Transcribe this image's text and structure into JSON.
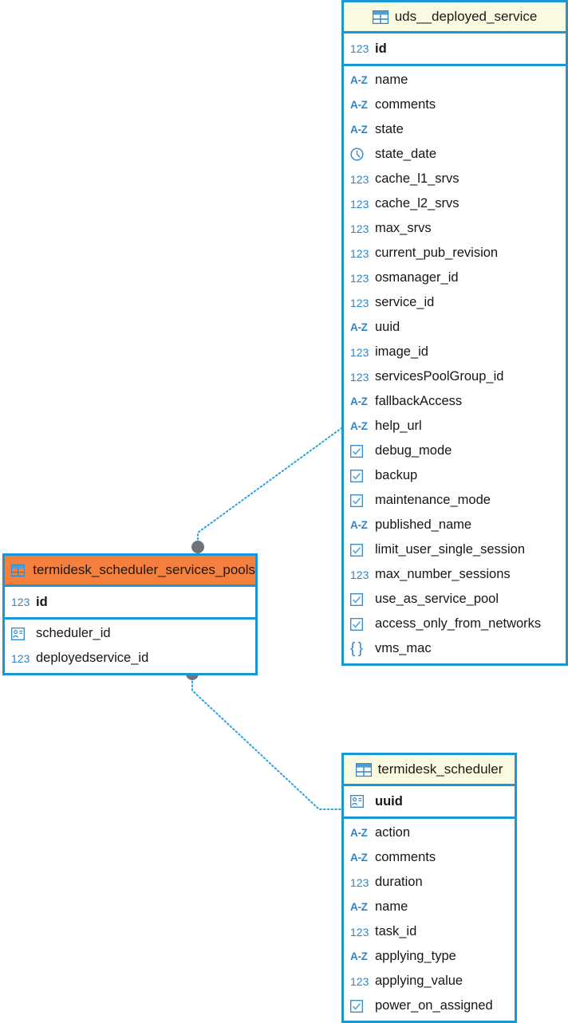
{
  "diagram": {
    "type": "database-er-diagram",
    "background": "#ffffff",
    "colors": {
      "border": "#1899D6",
      "header_default": "#FAFAE1",
      "header_selected": "#F5803E",
      "icon_blue": "#2E86C8",
      "relation_line": "#29A3E0",
      "relation_endpoint": "#6E7479"
    }
  },
  "tables": [
    {
      "name": "uds__deployed_service",
      "selected": false,
      "icon": "table-icon",
      "primary_keys": [
        {
          "label": "id",
          "type_icon": "number-icon",
          "type_glyph": "123"
        }
      ],
      "fields": [
        {
          "label": "name",
          "type_icon": "text-icon",
          "type_glyph": "A-Z"
        },
        {
          "label": "comments",
          "type_icon": "text-icon",
          "type_glyph": "A-Z"
        },
        {
          "label": "state",
          "type_icon": "text-icon",
          "type_glyph": "A-Z"
        },
        {
          "label": "state_date",
          "type_icon": "datetime-icon",
          "type_glyph": "clock"
        },
        {
          "label": "cache_l1_srvs",
          "type_icon": "number-icon",
          "type_glyph": "123"
        },
        {
          "label": "cache_l2_srvs",
          "type_icon": "number-icon",
          "type_glyph": "123"
        },
        {
          "label": "max_srvs",
          "type_icon": "number-icon",
          "type_glyph": "123"
        },
        {
          "label": "current_pub_revision",
          "type_icon": "number-icon",
          "type_glyph": "123"
        },
        {
          "label": "osmanager_id",
          "type_icon": "number-icon",
          "type_glyph": "123"
        },
        {
          "label": "service_id",
          "type_icon": "number-icon",
          "type_glyph": "123"
        },
        {
          "label": "uuid",
          "type_icon": "text-icon",
          "type_glyph": "A-Z"
        },
        {
          "label": "image_id",
          "type_icon": "number-icon",
          "type_glyph": "123"
        },
        {
          "label": "servicesPoolGroup_id",
          "type_icon": "number-icon",
          "type_glyph": "123"
        },
        {
          "label": "fallbackAccess",
          "type_icon": "text-icon",
          "type_glyph": "A-Z"
        },
        {
          "label": "help_url",
          "type_icon": "text-icon",
          "type_glyph": "A-Z"
        },
        {
          "label": "debug_mode",
          "type_icon": "boolean-icon",
          "type_glyph": "checkbox"
        },
        {
          "label": "backup",
          "type_icon": "boolean-icon",
          "type_glyph": "checkbox"
        },
        {
          "label": "maintenance_mode",
          "type_icon": "boolean-icon",
          "type_glyph": "checkbox"
        },
        {
          "label": "published_name",
          "type_icon": "text-icon",
          "type_glyph": "A-Z"
        },
        {
          "label": "limit_user_single_session",
          "type_icon": "boolean-icon",
          "type_glyph": "checkbox"
        },
        {
          "label": "max_number_sessions",
          "type_icon": "number-icon",
          "type_glyph": "123"
        },
        {
          "label": "use_as_service_pool",
          "type_icon": "boolean-icon",
          "type_glyph": "checkbox"
        },
        {
          "label": "access_only_from_networks",
          "type_icon": "boolean-icon",
          "type_glyph": "checkbox"
        },
        {
          "label": "vms_mac",
          "type_icon": "json-icon",
          "type_glyph": "{ }"
        }
      ]
    },
    {
      "name": "termidesk_scheduler_services_pools",
      "selected": true,
      "icon": "table-icon",
      "primary_keys": [
        {
          "label": "id",
          "type_icon": "number-icon",
          "type_glyph": "123"
        }
      ],
      "fields": [
        {
          "label": "scheduler_id",
          "type_icon": "uuid-icon",
          "type_glyph": "badge"
        },
        {
          "label": "deployedservice_id",
          "type_icon": "number-icon",
          "type_glyph": "123"
        }
      ]
    },
    {
      "name": "termidesk_scheduler",
      "selected": false,
      "icon": "table-icon",
      "primary_keys": [
        {
          "label": "uuid",
          "type_icon": "uuid-icon",
          "type_glyph": "badge"
        }
      ],
      "fields": [
        {
          "label": "action",
          "type_icon": "text-icon",
          "type_glyph": "A-Z"
        },
        {
          "label": "comments",
          "type_icon": "text-icon",
          "type_glyph": "A-Z"
        },
        {
          "label": "duration",
          "type_icon": "number-icon",
          "type_glyph": "123"
        },
        {
          "label": "name",
          "type_icon": "text-icon",
          "type_glyph": "A-Z"
        },
        {
          "label": "task_id",
          "type_icon": "number-icon",
          "type_glyph": "123"
        },
        {
          "label": "applying_type",
          "type_icon": "text-icon",
          "type_glyph": "A-Z"
        },
        {
          "label": "applying_value",
          "type_icon": "number-icon",
          "type_glyph": "123"
        },
        {
          "label": "power_on_assigned",
          "type_icon": "boolean-icon",
          "type_glyph": "checkbox"
        }
      ]
    }
  ],
  "relationships": [
    {
      "from_table": "termidesk_scheduler_services_pools",
      "from_field": "deployedservice_id",
      "to_table": "uds__deployed_service",
      "to_field": "help_url"
    },
    {
      "from_table": "termidesk_scheduler_services_pools",
      "from_field": "scheduler_id",
      "to_table": "termidesk_scheduler",
      "to_field": "uuid"
    }
  ]
}
